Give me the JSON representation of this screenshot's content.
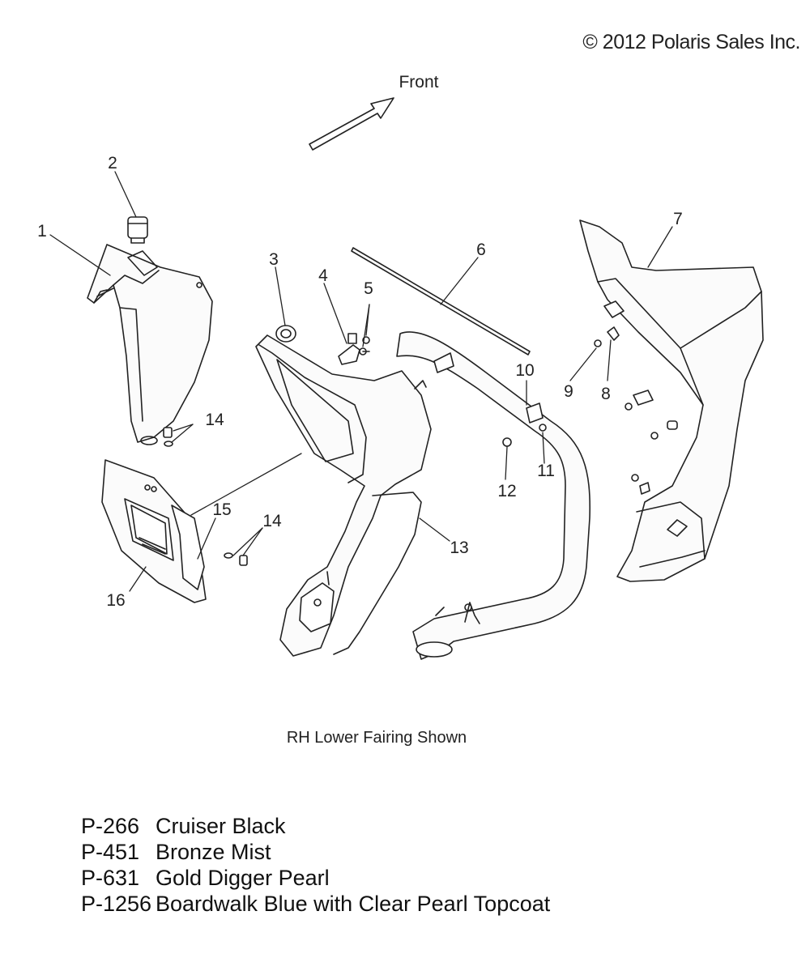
{
  "copyright": "© 2012 Polaris Sales Inc.",
  "direction_label": "Front",
  "caption": "RH Lower Fairing Shown",
  "callouts": [
    "1",
    "2",
    "3",
    "4",
    "5",
    "6",
    "7",
    "8",
    "9",
    "10",
    "11",
    "12",
    "13",
    "14",
    "14",
    "15",
    "16"
  ],
  "paint_codes": [
    {
      "code": "P-266",
      "name": "Cruiser Black"
    },
    {
      "code": "P-451",
      "name": "Bronze Mist"
    },
    {
      "code": "P-631",
      "name": "Gold Digger Pearl"
    },
    {
      "code": "P-1256",
      "name": "Boardwalk Blue with Clear Pearl Topcoat"
    }
  ]
}
